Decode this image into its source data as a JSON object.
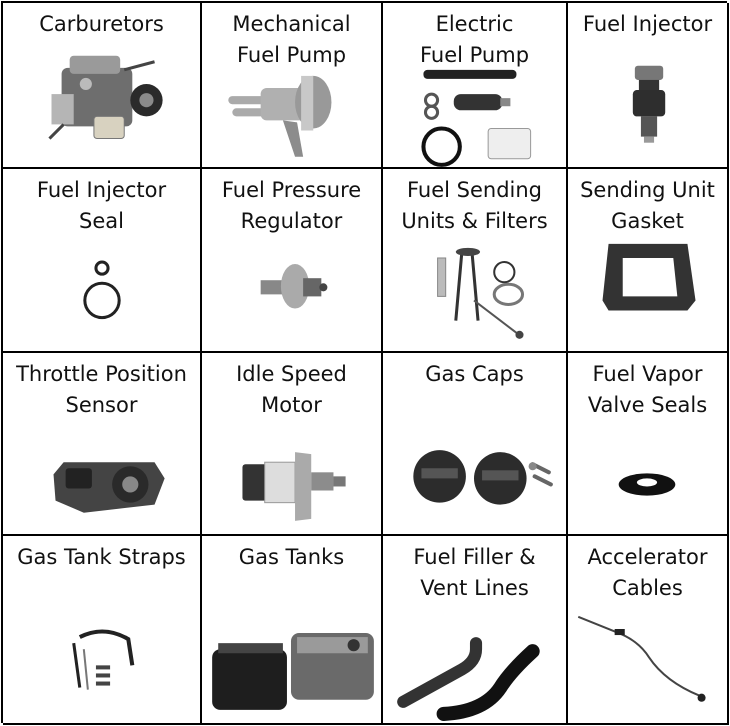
{
  "grid": {
    "cells": [
      {
        "label": "Carburetors",
        "icon": "carburetor-icon"
      },
      {
        "label": "Mechanical\nFuel Pump",
        "icon": "mechanical-fuel-pump-icon"
      },
      {
        "label": "Electric\nFuel Pump",
        "icon": "electric-fuel-pump-icon"
      },
      {
        "label": "Fuel Injector",
        "icon": "fuel-injector-icon"
      },
      {
        "label": "Fuel Injector\nSeal",
        "icon": "injector-seal-icon"
      },
      {
        "label": "Fuel Pressure\nRegulator",
        "icon": "pressure-regulator-icon"
      },
      {
        "label": "Fuel Sending\nUnits & Filters",
        "icon": "sending-unit-icon"
      },
      {
        "label": "Sending Unit\nGasket",
        "icon": "gasket-icon"
      },
      {
        "label": "Throttle Position\nSensor",
        "icon": "tps-sensor-icon"
      },
      {
        "label": "Idle Speed\nMotor",
        "icon": "idle-speed-motor-icon"
      },
      {
        "label": "Gas Caps",
        "icon": "gas-cap-icon"
      },
      {
        "label": "Fuel Vapor\nValve Seals",
        "icon": "vapor-valve-seal-icon"
      },
      {
        "label": "Gas Tank Straps",
        "icon": "tank-strap-icon"
      },
      {
        "label": "Gas Tanks",
        "icon": "gas-tank-icon"
      },
      {
        "label": "Fuel Filler &\nVent Lines",
        "icon": "filler-hose-icon"
      },
      {
        "label": "Accelerator\nCables",
        "icon": "accelerator-cable-icon"
      }
    ]
  }
}
